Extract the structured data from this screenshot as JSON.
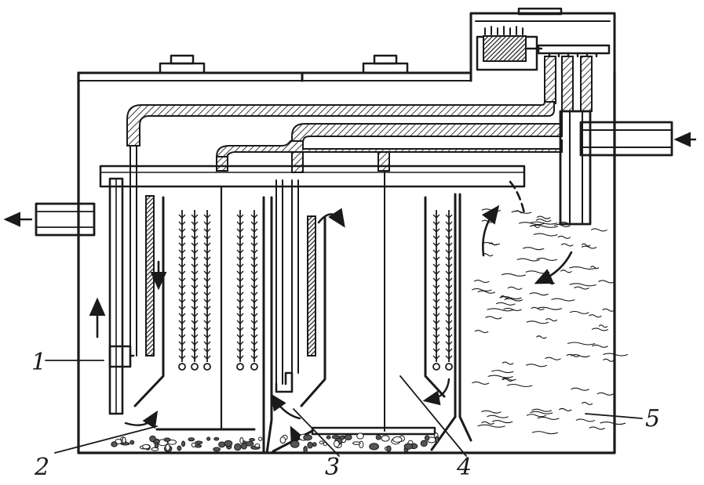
{
  "figure": {
    "callouts": [
      {
        "id": "label-1",
        "text": "1"
      },
      {
        "id": "label-2",
        "text": "2"
      },
      {
        "id": "label-3",
        "text": "3"
      },
      {
        "id": "label-4",
        "text": "4"
      },
      {
        "id": "label-5",
        "text": "5"
      }
    ]
  },
  "colors": {
    "ink": "#1a1a1a",
    "background": "#ffffff",
    "hatch": "#3a3a3a"
  }
}
